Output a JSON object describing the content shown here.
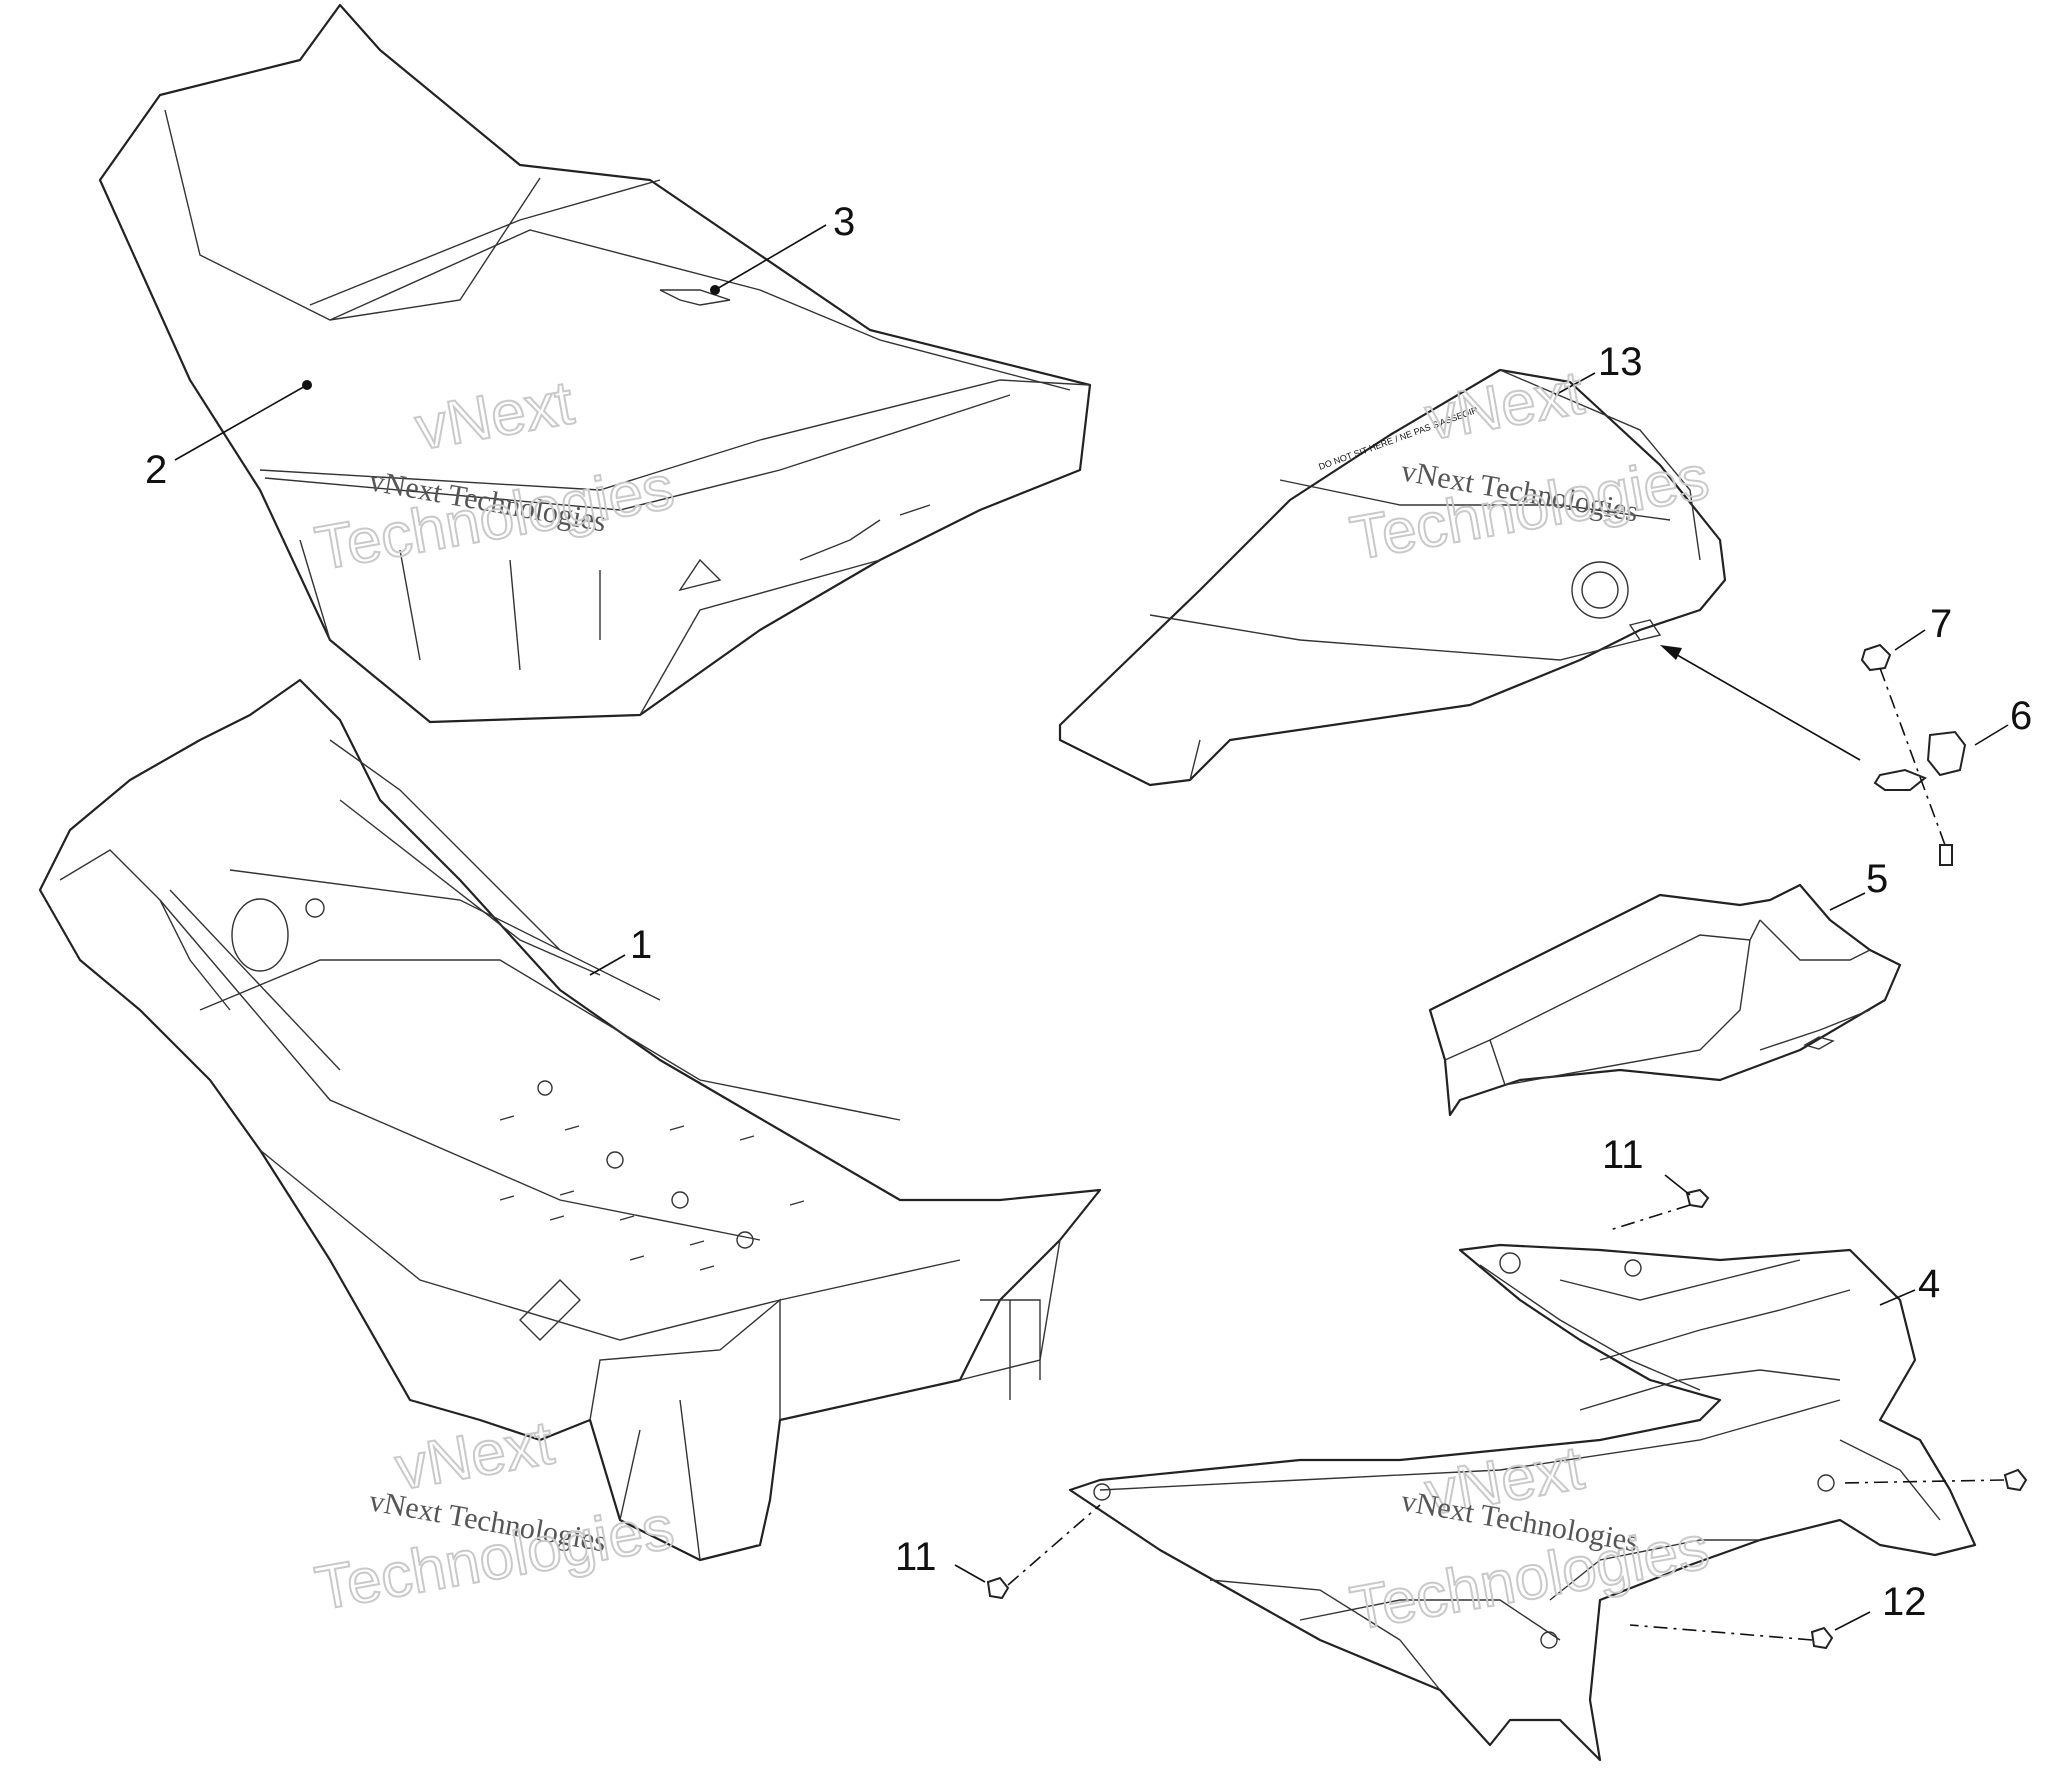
{
  "callouts": {
    "c1": "1",
    "c2": "2",
    "c3": "3",
    "c4": "4",
    "c5": "5",
    "c6": "6",
    "c7": "7",
    "c11a": "11",
    "c11b": "11",
    "c12": "12",
    "c13": "13"
  },
  "watermarks": {
    "brand_small": "vNext Technologies",
    "word_top": "vNext",
    "word_bottom": "Technologies"
  },
  "cover_label": "DO NOT SIT HERE / NE PAS S'ASSEOIR"
}
